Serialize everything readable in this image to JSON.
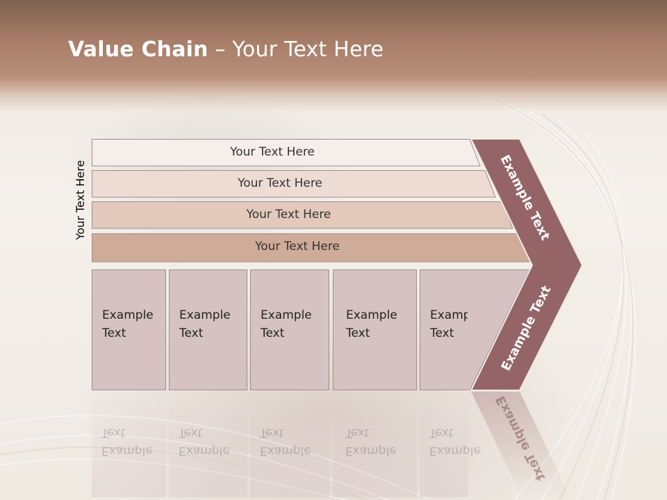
{
  "title": {
    "bold": "Value Chain",
    "rest": " – Your Text Here"
  },
  "side_label": "Your Text Here",
  "rows": [
    {
      "label": "Your Text Here",
      "fill": "#f5eeea"
    },
    {
      "label": "Your Text Here",
      "fill": "#ecdcd4"
    },
    {
      "label": "Your Text Here",
      "fill": "#e2c9bb"
    },
    {
      "label": "Your Text Here",
      "fill": "#cfac98"
    }
  ],
  "cells": [
    {
      "line1": "Example",
      "line2": "Text"
    },
    {
      "line1": "Example",
      "line2": "Text"
    },
    {
      "line1": "Example",
      "line2": "Text"
    },
    {
      "line1": "Example",
      "line2": "Text"
    },
    {
      "line1": "Example",
      "line2": "Text"
    }
  ],
  "chevron": {
    "upper": "Example Text",
    "lower": "Example Text",
    "color": "#956466"
  },
  "colors": {
    "cell_fill": "#d6c2c2",
    "cell_border": "#9e8c8c"
  }
}
